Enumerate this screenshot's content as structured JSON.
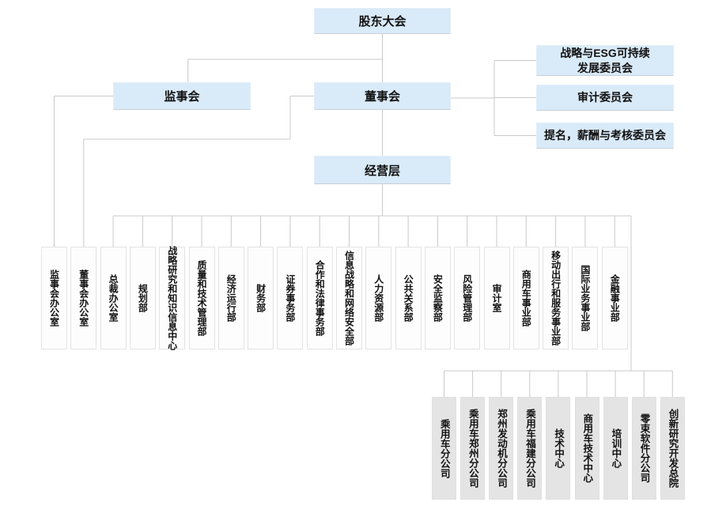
{
  "palette": {
    "node_blue": "#d9eaf8",
    "node_white": "#fdfdfd",
    "node_gray": "#e4e4e4",
    "connector_line": "#c9c9c9",
    "text": "#111111"
  },
  "nodes": {
    "shareholders_meeting": "股东大会",
    "supervisory_board": "监事会",
    "board_of_directors": "董事会",
    "management_layer": "经营层"
  },
  "committees": [
    {
      "lines": [
        "战略与ESG可持续",
        "发展委员会"
      ]
    },
    {
      "lines": [
        "审计委员会"
      ]
    },
    {
      "lines": [
        "提名，薪酬与考核委员会"
      ]
    }
  ],
  "departments": [
    "监事会办公室",
    "董事会办公室",
    "总裁办公室",
    "规划部",
    "战略研究和知识信息中心",
    "质量和技术管理部",
    "经济运行部",
    "财务部",
    "证券事务部",
    "合作和法律事务部",
    "信息战略和网络安全部",
    "人力资源部",
    "公共关系部",
    "安全监察部",
    "风险管理部",
    "审计室",
    "商用车事业部",
    "移动出行和服务事业部",
    "国际业务事业部",
    "金融事业部"
  ],
  "subsidiaries": [
    "乘用车分公司",
    "乘用车郑州分公司",
    "郑州发动机分公司",
    "乘用车福建分公司",
    "技术中心",
    "商用车技术中心",
    "培训中心",
    "零束软件分公司",
    "创新研究开发总院"
  ]
}
